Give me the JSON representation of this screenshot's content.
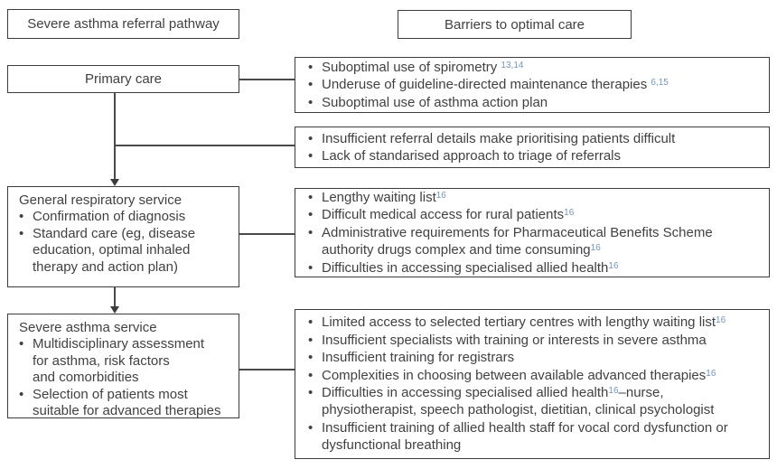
{
  "colors": {
    "border": "#3b3c3e",
    "text": "#414144",
    "connector_line": "#4a4a4c",
    "superscript": "#7295bb",
    "background": "#ffffff"
  },
  "headers": {
    "pathway": "Severe asthma referral pathway",
    "barriers": "Barriers to optimal care"
  },
  "pathway_boxes": {
    "primary_care": {
      "title": "Primary care"
    },
    "general_respiratory": {
      "title": "General respiratory service",
      "bullets": [
        "Confirmation of diagnosis",
        "Standard care (eg, disease\neducation, optimal inhaled\ntherapy and action plan)"
      ]
    },
    "severe_asthma": {
      "title": "Severe asthma service",
      "bullets": [
        "Multidisciplinary assessment\nfor asthma, risk factors\nand comorbidities",
        "Selection of patients most\nsuitable for advanced therapies"
      ]
    }
  },
  "barrier_boxes": [
    {
      "label": "primary-care-barriers",
      "items": [
        [
          {
            "text": "Suboptimal use of spirometry "
          },
          {
            "sup": "13,14"
          }
        ],
        [
          {
            "text": "Underuse of guideline-directed maintenance therapies "
          },
          {
            "sup": "6,15"
          }
        ],
        [
          {
            "text": "Suboptimal use of asthma action plan"
          }
        ]
      ]
    },
    {
      "label": "referral-triage-barriers",
      "items": [
        [
          {
            "text": "Insufficient referral details make prioritising patients difficult"
          }
        ],
        [
          {
            "text": "Lack of standarised approach to triage of referrals"
          }
        ]
      ]
    },
    {
      "label": "general-respiratory-barriers",
      "items": [
        [
          {
            "text": "Lengthy waiting list"
          },
          {
            "sup": "16"
          }
        ],
        [
          {
            "text": "Difficult medical access for rural patients"
          },
          {
            "sup": "16"
          }
        ],
        [
          {
            "text": "Administrative requirements for Pharmaceutical Benefits Scheme authority drugs complex and time consuming"
          },
          {
            "sup": "16"
          }
        ],
        [
          {
            "text": "Difficulties in accessing specialised allied health"
          },
          {
            "sup": "16"
          }
        ]
      ]
    },
    {
      "label": "severe-asthma-barriers",
      "items": [
        [
          {
            "text": "Limited access to selected tertiary centres with lengthy waiting list"
          },
          {
            "sup": "16"
          }
        ],
        [
          {
            "text": "Insufficient specialists with training or interests in severe asthma"
          }
        ],
        [
          {
            "text": "Insufficient training for registrars"
          }
        ],
        [
          {
            "text": "Complexities in choosing between available advanced therapies"
          },
          {
            "sup": "16"
          }
        ],
        [
          {
            "text": "Difficulties in accessing specialised allied health"
          },
          {
            "sup": "16"
          },
          {
            "text": "–nurse, physiotherapist, speech pathologist, dietitian, clinical psychologist"
          }
        ],
        [
          {
            "text": "Insufficient training of allied health staff for vocal cord dysfunction or dysfunctional breathing"
          }
        ]
      ]
    }
  ]
}
